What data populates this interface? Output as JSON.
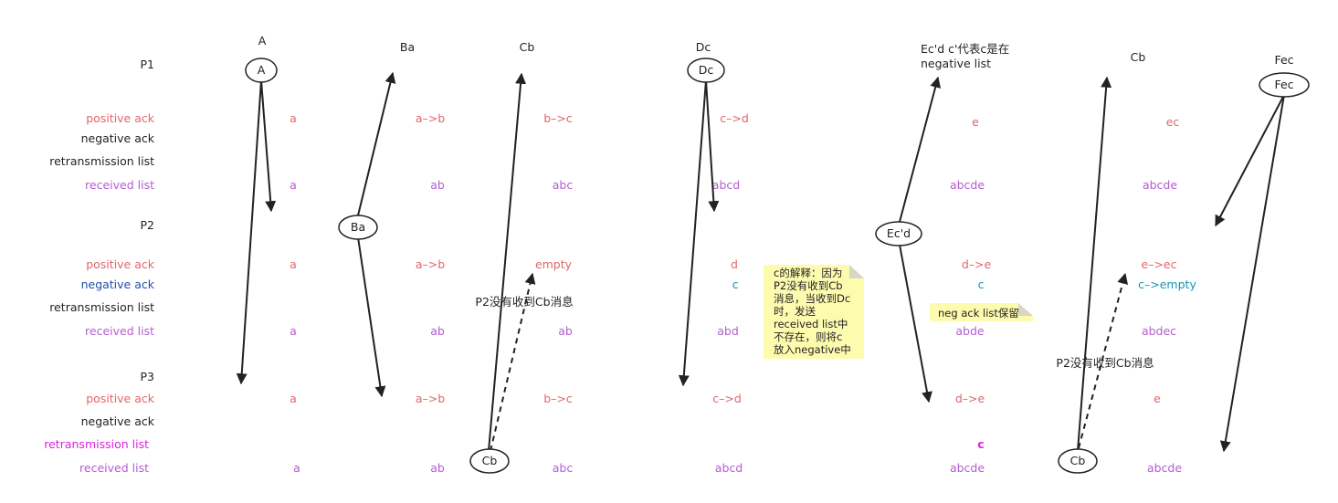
{
  "colors": {
    "positive": "#e0676a",
    "negative": "#222222",
    "negative_highlight": "#1f4fa8",
    "received": "#b45ed2",
    "retransmission_highlight": "#e020e0",
    "c_negative": "#1595b5",
    "note_bg": "#fdfbae",
    "line": "#222222"
  },
  "phases": [
    {
      "id": "P1",
      "label": "P1",
      "rows": [
        {
          "label": "positive ack",
          "kind": "positive"
        },
        {
          "label": "negative ack",
          "kind": "negative"
        },
        {
          "label": "retransmission list",
          "kind": "negative"
        },
        {
          "label": "received list",
          "kind": "received"
        }
      ]
    },
    {
      "id": "P2",
      "label": "P2",
      "rows": [
        {
          "label": "positive ack",
          "kind": "positive"
        },
        {
          "label": "negative ack",
          "kind": "negative_highlight"
        },
        {
          "label": "retransmission list",
          "kind": "negative"
        },
        {
          "label": "received list",
          "kind": "received"
        }
      ]
    },
    {
      "id": "P3",
      "label": "P3",
      "rows": [
        {
          "label": "positive ack",
          "kind": "positive"
        },
        {
          "label": "negative ack",
          "kind": "negative"
        },
        {
          "label": "retransmission list",
          "kind": "retransmission_highlight"
        },
        {
          "label": "received list",
          "kind": "received"
        }
      ]
    }
  ],
  "columns": [
    {
      "header": "A",
      "P1": {
        "positive": "a",
        "received": "a"
      },
      "P2": {
        "positive": "a",
        "received": "a"
      },
      "P3": {
        "positive": "a",
        "received": "a"
      }
    },
    {
      "header": "Ba",
      "P1": {
        "positive": "a–>b",
        "received": "ab"
      },
      "P2": {
        "positive": "a–>b",
        "received": "ab"
      },
      "P3": {
        "positive": "a–>b",
        "received": "ab"
      }
    },
    {
      "header": "Cb",
      "P1": {
        "positive": "b–>c",
        "received": "abc"
      },
      "P2": {
        "positive": "empty",
        "received": "ab"
      },
      "P3": {
        "positive": "b–>c",
        "received": "abc"
      }
    },
    {
      "header": "Dc",
      "P1": {
        "positive": "c–>d",
        "received": "abcd"
      },
      "P2": {
        "positive": "d",
        "negative": "c",
        "received": "abd"
      },
      "P3": {
        "positive": "c–>d",
        "received": "abcd"
      }
    },
    {
      "header_lines": [
        "Ec'd c'代表c是在",
        "negative list"
      ],
      "P1": {
        "positive": "e",
        "received": "abcde"
      },
      "P2": {
        "positive": "d–>e",
        "negative": "c",
        "received": "abde"
      },
      "P3": {
        "positive": "d–>e",
        "retransmission": "c",
        "received": "abcde"
      }
    },
    {
      "header": "Cb",
      "P1": {
        "positive": "ec",
        "received": "abcde"
      },
      "P2": {
        "positive": "e–>ec",
        "negative": "c–>empty",
        "received": "abdec"
      },
      "P3": {
        "positive": "e",
        "received": "abcde"
      }
    },
    {
      "header": "Fec"
    }
  ],
  "nodes": [
    "A",
    "Dc",
    "Ba",
    "Ec'd",
    "Fec",
    "Cb",
    "Cb"
  ],
  "annotations": {
    "p2_missing_1": "P2没有收到Cb消息",
    "p2_missing_2": "P2没有收到Cb消息",
    "neg_ack_keep": "neg ack list保留",
    "c_explanation": [
      "c的解释：因为",
      "P2没有收到Cb",
      "消息，当收到Dc",
      "时，发送",
      "received list中",
      "不存在，则将c",
      "放入negative中"
    ]
  }
}
